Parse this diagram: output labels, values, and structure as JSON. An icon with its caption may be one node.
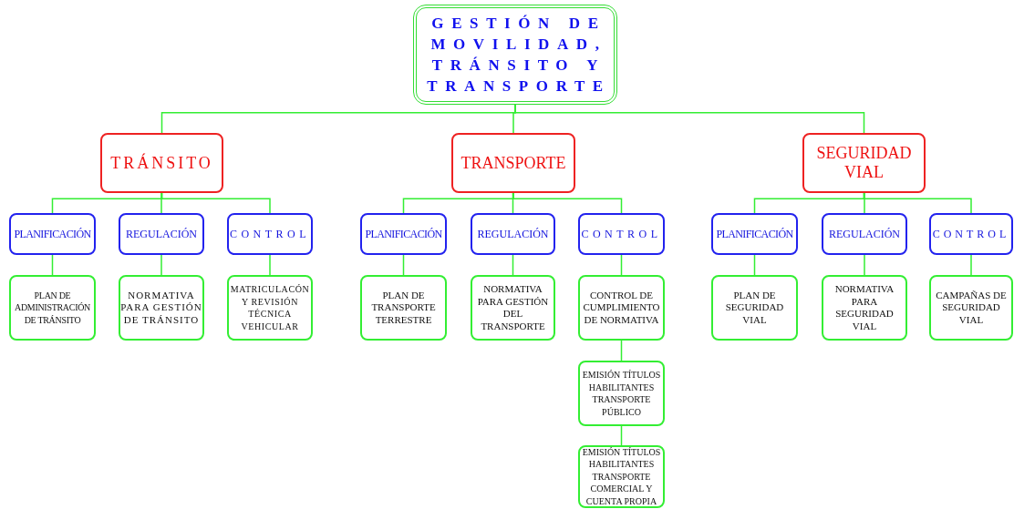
{
  "diagram": {
    "nodes": [
      {
        "text": [
          "GESTIÓN DE MOVILIDAD, TRÁNSITO Y TRANSPORTE"
        ]
      },
      {
        "text": [
          "TRÁNSITO"
        ]
      },
      {
        "text": [
          "TRANSPORTE"
        ]
      },
      {
        "text": [
          "SEGURIDAD VIAL"
        ]
      },
      {
        "text": [
          "PLANIFICACIÓN"
        ]
      },
      {
        "text": [
          "REGULACIÓN"
        ]
      },
      {
        "text": [
          "CONTROL"
        ]
      },
      {
        "text": [
          "PLANIFICACIÓN"
        ]
      },
      {
        "text": [
          "REGULACIÓN"
        ]
      },
      {
        "text": [
          "CONTROL"
        ]
      },
      {
        "text": [
          "PLANIFICACIÓN"
        ]
      },
      {
        "text": [
          "REGULACIÓN"
        ]
      },
      {
        "text": [
          "CONTROL"
        ]
      },
      {
        "text": [
          "PLAN DE ADMINISTRACIÓN DE TRÁNSITO"
        ]
      },
      {
        "text": [
          "NORMATIVA PARA GESTIÓN DE TRÁNSITO"
        ]
      },
      {
        "text": [
          "MATRICULACÓN Y REVISIÓN TÉCNICA VEHICULAR"
        ]
      },
      {
        "text": [
          "PLAN DE TRANSPORTE TERRESTRE"
        ]
      },
      {
        "text": [
          "NORMATIVA PARA GESTIÓN DEL TRANSPORTE"
        ]
      },
      {
        "text": [
          "CONTROL DE CUMPLIMIENTO DE NORMATIVA"
        ]
      },
      {
        "text": [
          "PLAN DE SEGURIDAD VIAL"
        ]
      },
      {
        "text": [
          "NORMATIVA PARA SEGURIDAD VIAL"
        ]
      },
      {
        "text": [
          "CAMPAÑAS DE SEGURIDAD VIAL"
        ]
      },
      {
        "text": [
          "EMISIÓN TÍTULOS HABILITANTES TRANSPORTE PÚBLICO"
        ]
      },
      {
        "text": [
          "EMISIÓN TÍTULOS HABILITANTES TRANSPORTE COMERCIAL Y CUENTA PROPIA"
        ]
      }
    ],
    "edges": [
      {
        "from": 0,
        "to": 1,
        "arrow": "none"
      },
      {
        "from": 0,
        "to": 2,
        "arrow": "none"
      },
      {
        "from": 0,
        "to": 3,
        "arrow": "none"
      },
      {
        "from": 1,
        "to": 4,
        "arrow": "none"
      },
      {
        "from": 1,
        "to": 5,
        "arrow": "none"
      },
      {
        "from": 1,
        "to": 6,
        "arrow": "none"
      },
      {
        "from": 2,
        "to": 7,
        "arrow": "none"
      },
      {
        "from": 2,
        "to": 8,
        "arrow": "none"
      },
      {
        "from": 2,
        "to": 9,
        "arrow": "none"
      },
      {
        "from": 3,
        "to": 10,
        "arrow": "none"
      },
      {
        "from": 3,
        "to": 11,
        "arrow": "none"
      },
      {
        "from": 3,
        "to": 12,
        "arrow": "none"
      },
      {
        "from": 4,
        "to": 13,
        "arrow": "none"
      },
      {
        "from": 5,
        "to": 14,
        "arrow": "none"
      },
      {
        "from": 6,
        "to": 15,
        "arrow": "none"
      },
      {
        "from": 7,
        "to": 16,
        "arrow": "none"
      },
      {
        "from": 8,
        "to": 17,
        "arrow": "none"
      },
      {
        "from": 9,
        "to": 18,
        "arrow": "none"
      },
      {
        "from": 10,
        "to": 19,
        "arrow": "none"
      },
      {
        "from": 11,
        "to": 20,
        "arrow": "none"
      },
      {
        "from": 12,
        "to": 21,
        "arrow": "none"
      },
      {
        "from": 18,
        "to": 22,
        "arrow": "none"
      },
      {
        "from": 22,
        "to": 23,
        "arrow": "none"
      }
    ]
  }
}
